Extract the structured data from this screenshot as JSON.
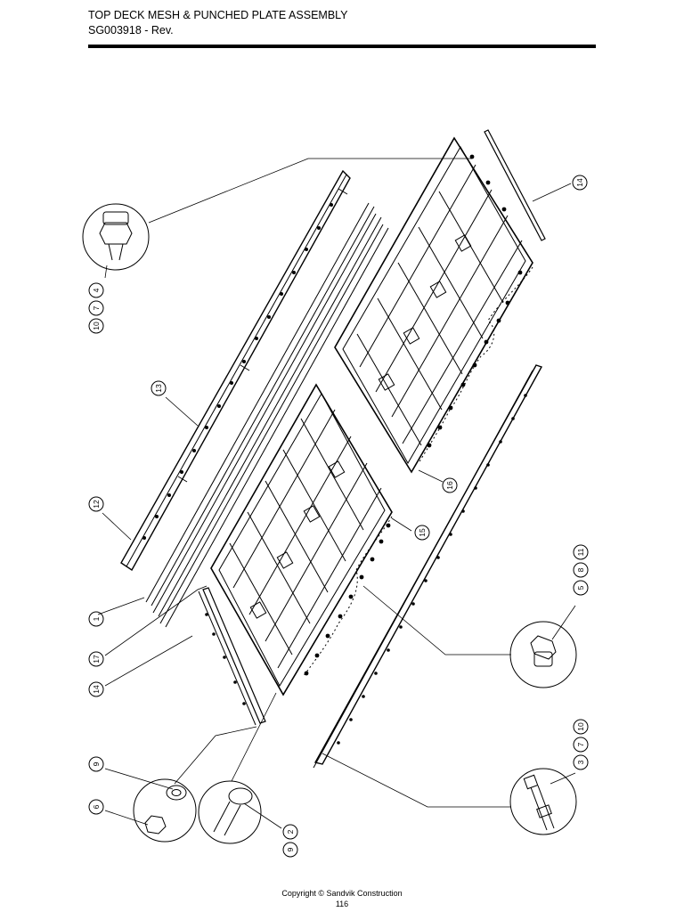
{
  "header": {
    "title": "TOP DECK MESH & PUNCHED PLATE ASSEMBLY",
    "subtitle": "SG003918 - Rev."
  },
  "callouts": {
    "c_10_7_4": [
      "10",
      "7",
      "4"
    ],
    "c_13": "13",
    "c_12": "12",
    "c_1": "1",
    "c_17": "17",
    "c_14_left": "14",
    "c_14_right": "14",
    "c_15": "15",
    "c_16": "16",
    "c_5_8_11": [
      "5",
      "8",
      "11"
    ],
    "c_3_7_10": [
      "3",
      "7",
      "10"
    ],
    "c_9_top": "9",
    "c_6": "6",
    "c_9_2": [
      "9",
      "2"
    ]
  },
  "footer": {
    "copyright": "Copyright © Sandvik Construction",
    "page": "116"
  }
}
